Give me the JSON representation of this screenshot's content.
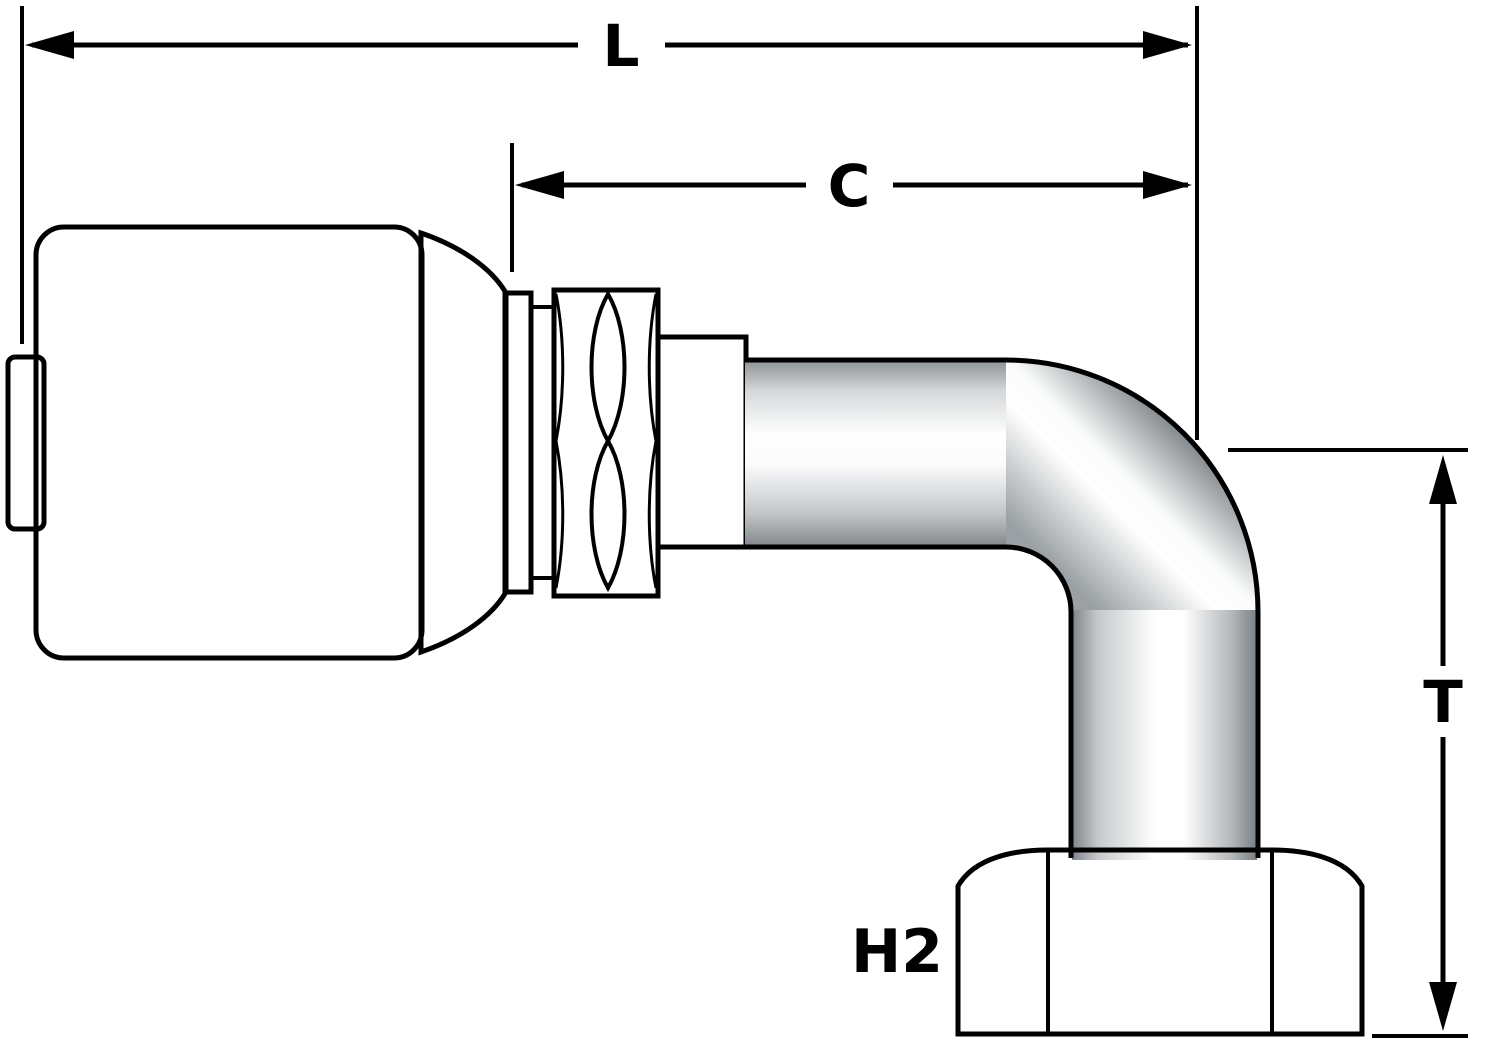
{
  "diagram": {
    "background": "#ffffff",
    "stroke_color": "#000000",
    "metal_colors": {
      "dark": "#83888c",
      "mid": "#c6c9cc",
      "light": "#ffffff"
    },
    "dimensions": {
      "overall_length_label": "L",
      "cutoff_length_label": "C",
      "drop_length_label": "T"
    },
    "annotations": {
      "hex_label": "H2"
    }
  }
}
